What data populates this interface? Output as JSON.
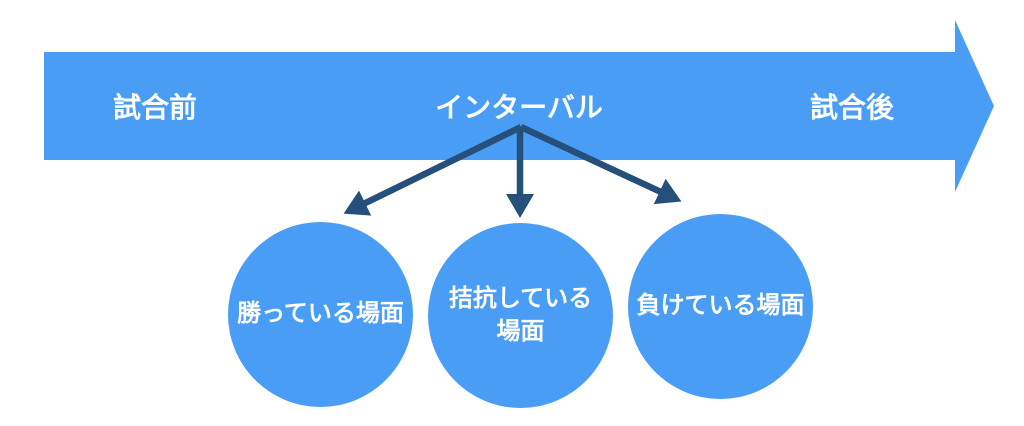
{
  "diagram": {
    "timeline": {
      "shape": "right-arrow-band",
      "labels": [
        {
          "id": "pre-match",
          "text": "試合前"
        },
        {
          "id": "interval",
          "text": "インターバル"
        },
        {
          "id": "post-match",
          "text": "試合後"
        }
      ]
    },
    "connectors": {
      "from": "interval",
      "count": 3
    },
    "circles": [
      {
        "id": "winning-scene",
        "label": "勝っている場面"
      },
      {
        "id": "even-scene",
        "label": "拮抗している\n場面"
      },
      {
        "id": "losing-scene",
        "label": "負けている場面"
      }
    ]
  },
  "colors": {
    "band_blue": "#4a9df5",
    "arrow_navy": "#26507c",
    "label_text": "#ffffff",
    "background": "#ffffff"
  }
}
